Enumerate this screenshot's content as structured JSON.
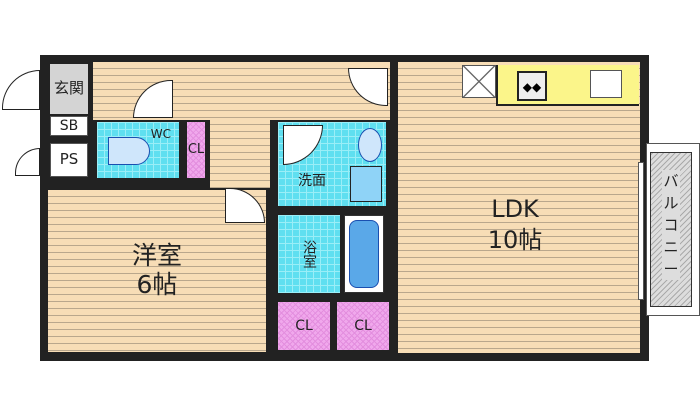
{
  "rooms": {
    "entrance": "玄関",
    "sb": "SB",
    "ps": "PS",
    "wc": "WC",
    "cl_wc": "CL",
    "western_room": {
      "name": "洋室",
      "size": "6帖"
    },
    "washroom": "洗面",
    "bathroom": "浴室",
    "cl_left": "CL",
    "cl_right": "CL",
    "ldk": {
      "name": "LDK",
      "size": "10帖"
    },
    "balcony": "バルコニー"
  },
  "colors": {
    "wood": "#f7ddb6",
    "tile": "#5fdff0",
    "closet": "#f0a8ec",
    "kitchen": "#fbf58a",
    "wall": "#222222"
  }
}
